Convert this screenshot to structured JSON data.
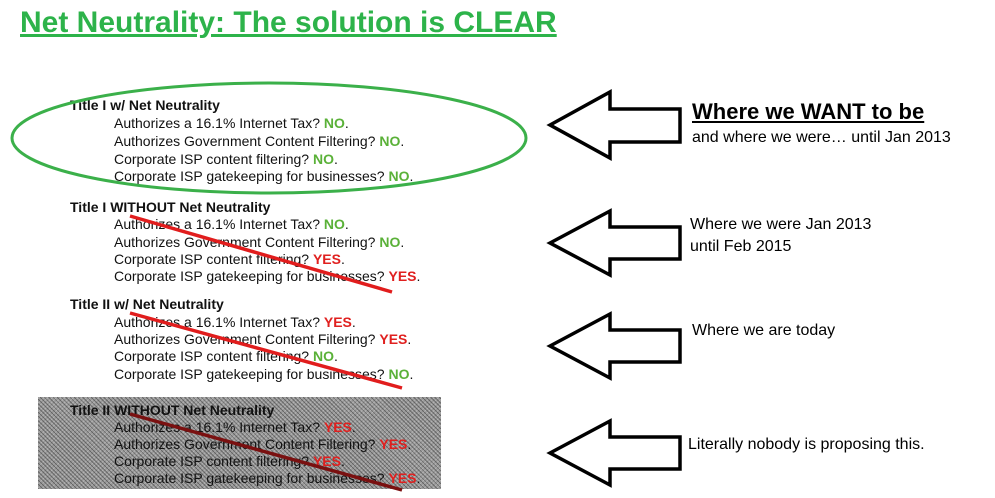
{
  "title": "Net Neutrality: The solution is CLEAR",
  "colors": {
    "title_green": "#2db34a",
    "yes_red": "#e0201f",
    "no_green": "#5ab138",
    "strike_red": "#e11d1d",
    "strike_darkred": "#7a1010"
  },
  "blocks": [
    {
      "heading": "Title I w/ Net Neutrality",
      "items": [
        {
          "q": "Authorizes a 16.1% Internet Tax?",
          "a": "NO",
          "p": "."
        },
        {
          "q": "Authorizes Government Content Filtering?",
          "a": "NO",
          "p": "."
        },
        {
          "q": "Corporate ISP content filtering?",
          "a": "NO",
          "p": "."
        },
        {
          "q": "Corporate ISP gatekeeping for businesses?",
          "a": "NO",
          "p": "."
        }
      ],
      "description_title": "Where we WANT to be",
      "description": "and where we were… until Jan 2013"
    },
    {
      "heading": "Title I WITHOUT Net Neutrality",
      "items": [
        {
          "q": "Authorizes a 16.1% Internet Tax?",
          "a": "NO",
          "p": "."
        },
        {
          "q": "Authorizes Government Content Filtering?",
          "a": "NO",
          "p": "."
        },
        {
          "q": "Corporate ISP content filtering?",
          "a": "YES",
          "p": "."
        },
        {
          "q": "Corporate ISP gatekeeping for businesses?",
          "a": "YES",
          "p": "."
        }
      ],
      "description_line1": "Where we were Jan 2013",
      "description_line2": "until Feb 2015"
    },
    {
      "heading": "Title II w/ Net Neutrality",
      "items": [
        {
          "q": "Authorizes a 16.1% Internet Tax?",
          "a": "YES",
          "p": "."
        },
        {
          "q": "Authorizes Government Content Filtering?",
          "a": "YES",
          "p": "."
        },
        {
          "q": "Corporate ISP content filtering?",
          "a": "NO",
          "p": "."
        },
        {
          "q": "Corporate ISP gatekeeping for businesses?",
          "a": "NO",
          "p": "."
        }
      ],
      "description": "Where we are today"
    },
    {
      "heading": "Title II WITHOUT Net Neutrality",
      "items": [
        {
          "q": "Authorizes a 16.1% Internet Tax?",
          "a": "YES",
          "p": "."
        },
        {
          "q": "Authorizes Government Content Filtering?",
          "a": "YES",
          "p": "."
        },
        {
          "q": "Corporate ISP content filtering?",
          "a": "YES",
          "p": "."
        },
        {
          "q": "Corporate ISP gatekeeping for businesses?",
          "a": "YES",
          "p": "."
        }
      ],
      "description": "Literally nobody is proposing this."
    }
  ]
}
